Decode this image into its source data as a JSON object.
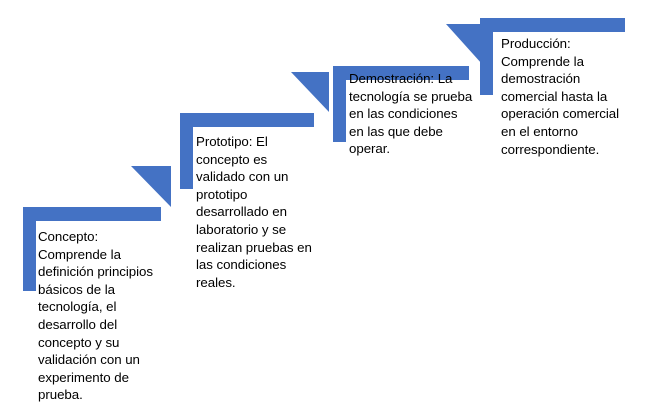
{
  "diagram": {
    "type": "stairs-process",
    "accent_color": "#4472C4",
    "text_color": "#000000",
    "background_color": "#FFFFFF",
    "steps": [
      {
        "index": 1,
        "name": "concepto",
        "text": "Concepto: Comprende la definición principios básicos de la tecnología, el desarrollo del concepto y su validación con un experimento de prueba."
      },
      {
        "index": 2,
        "name": "prototipo",
        "text": "Prototipo: El concepto es validado con un prototipo desarrollado en laboratorio y se realizan pruebas en las condiciones reales."
      },
      {
        "index": 3,
        "name": "demostracion",
        "text": "Demostración: La tecnología se prueba en las condiciones en las que debe operar."
      },
      {
        "index": 4,
        "name": "produccion",
        "text": "Producción: Comprende la demostración comercial hasta la operación comercial en el entorno correspondiente."
      }
    ]
  }
}
